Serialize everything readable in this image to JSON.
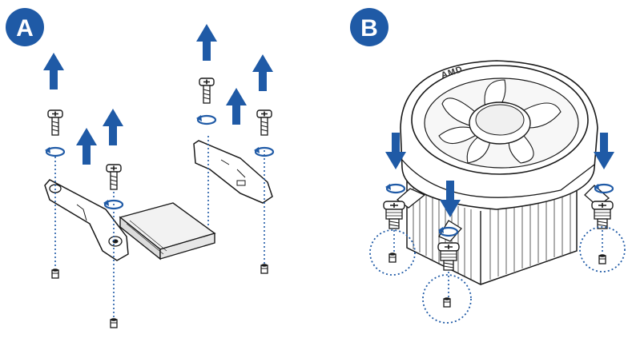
{
  "panels": [
    {
      "label": "A"
    },
    {
      "label": "B"
    }
  ],
  "cooler": {
    "logo_text": "AMD"
  },
  "colors": {
    "badge": "#1f5aa6",
    "arrow": "#1f5aa6",
    "line": "#1a1a1a",
    "guide": "#1f5aa6",
    "fill_light": "#f2f2f2",
    "fill_mid": "#dcdcdc"
  },
  "icons": {
    "lift_arrow": "up-arrow-icon",
    "press_arrow": "down-arrow-icon",
    "rotate_marker": "rotate-icon"
  }
}
